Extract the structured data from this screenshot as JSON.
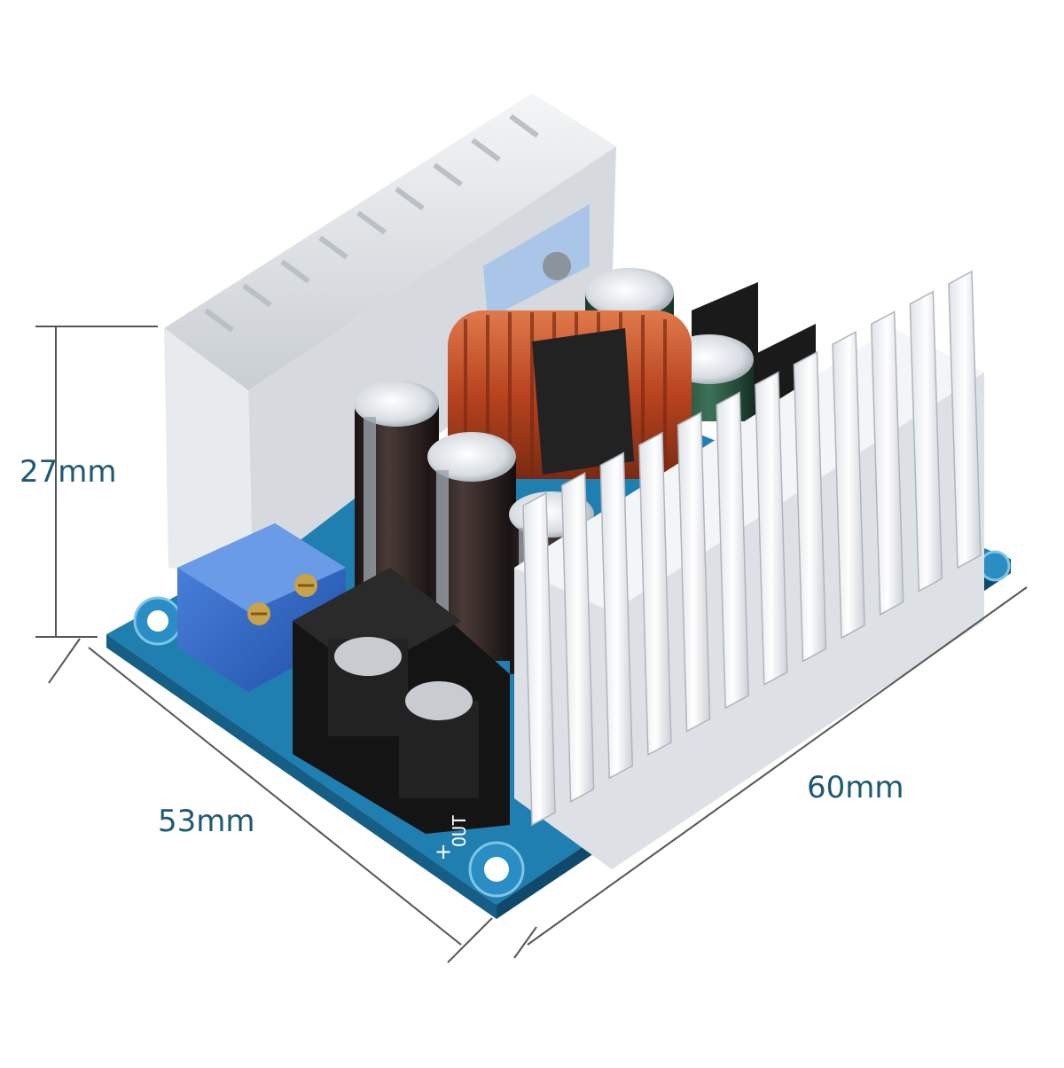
{
  "dimensions": {
    "height_label": "27mm",
    "depth_label": "53mm",
    "width_label": "60mm"
  },
  "board_markings": {
    "output_label": "OUT",
    "plus_sign": "+"
  },
  "colors": {
    "dimension_text": "#1d5a72",
    "pcb": "#1f7fb0",
    "heatsink": "#eef0f2",
    "terminal_block": "#141414",
    "potentiometer": "#2a64c9",
    "inductor_copper": "#b8431f",
    "capacitor_dark": "#2b1e1c",
    "capacitor_green": "#2f5b45"
  }
}
